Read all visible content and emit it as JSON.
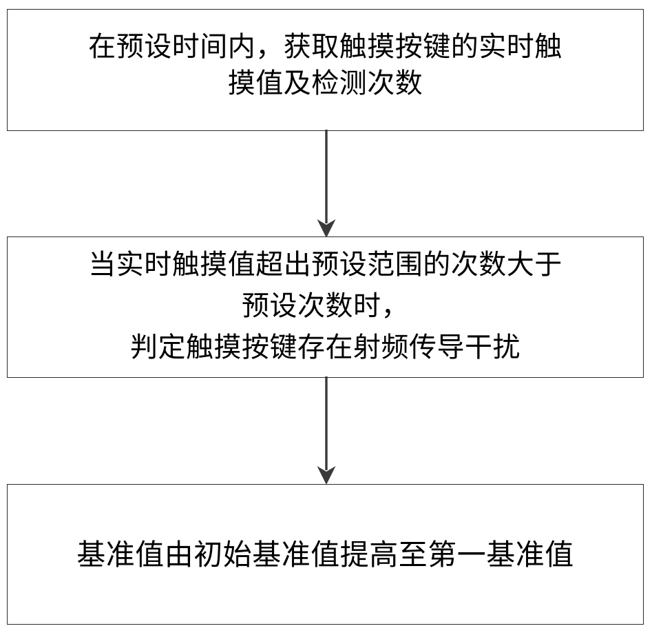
{
  "diagram": {
    "type": "flowchart",
    "orientation": "vertical",
    "title": "",
    "background_color": "#ffffff",
    "border_color": "#2b2b2b",
    "text_color": "#000000",
    "arrow_color": "#3a3a3a",
    "nodes": [
      {
        "id": "step-1",
        "shape": "rectangle",
        "text": "在预设时间内，获取触摸按键的实时触\n摸值及检测次数",
        "lines": [
          "在预设时间内，获取触摸按键的实时触",
          "摸值及检测次数"
        ]
      },
      {
        "id": "step-2",
        "shape": "rectangle",
        "text": "当实时触摸值超出预设范围的次数大于\n预设次数时，\n判定触摸按键存在射频传导干扰",
        "lines": [
          "当实时触摸值超出预设范围的次数大于",
          "预设次数时，",
          "判定触摸按键存在射频传导干扰"
        ]
      },
      {
        "id": "step-3",
        "shape": "rectangle",
        "text": "基准值由初始基准值提高至第一基准值",
        "lines": [
          "基准值由初始基准值提高至第一基准值"
        ]
      }
    ],
    "connectors": [
      {
        "id": "arrow-1",
        "from": "step-1",
        "to": "step-2",
        "style": "solid-down-arrow",
        "label": ""
      },
      {
        "id": "arrow-2",
        "from": "step-2",
        "to": "step-3",
        "style": "solid-down-arrow",
        "label": ""
      }
    ]
  }
}
